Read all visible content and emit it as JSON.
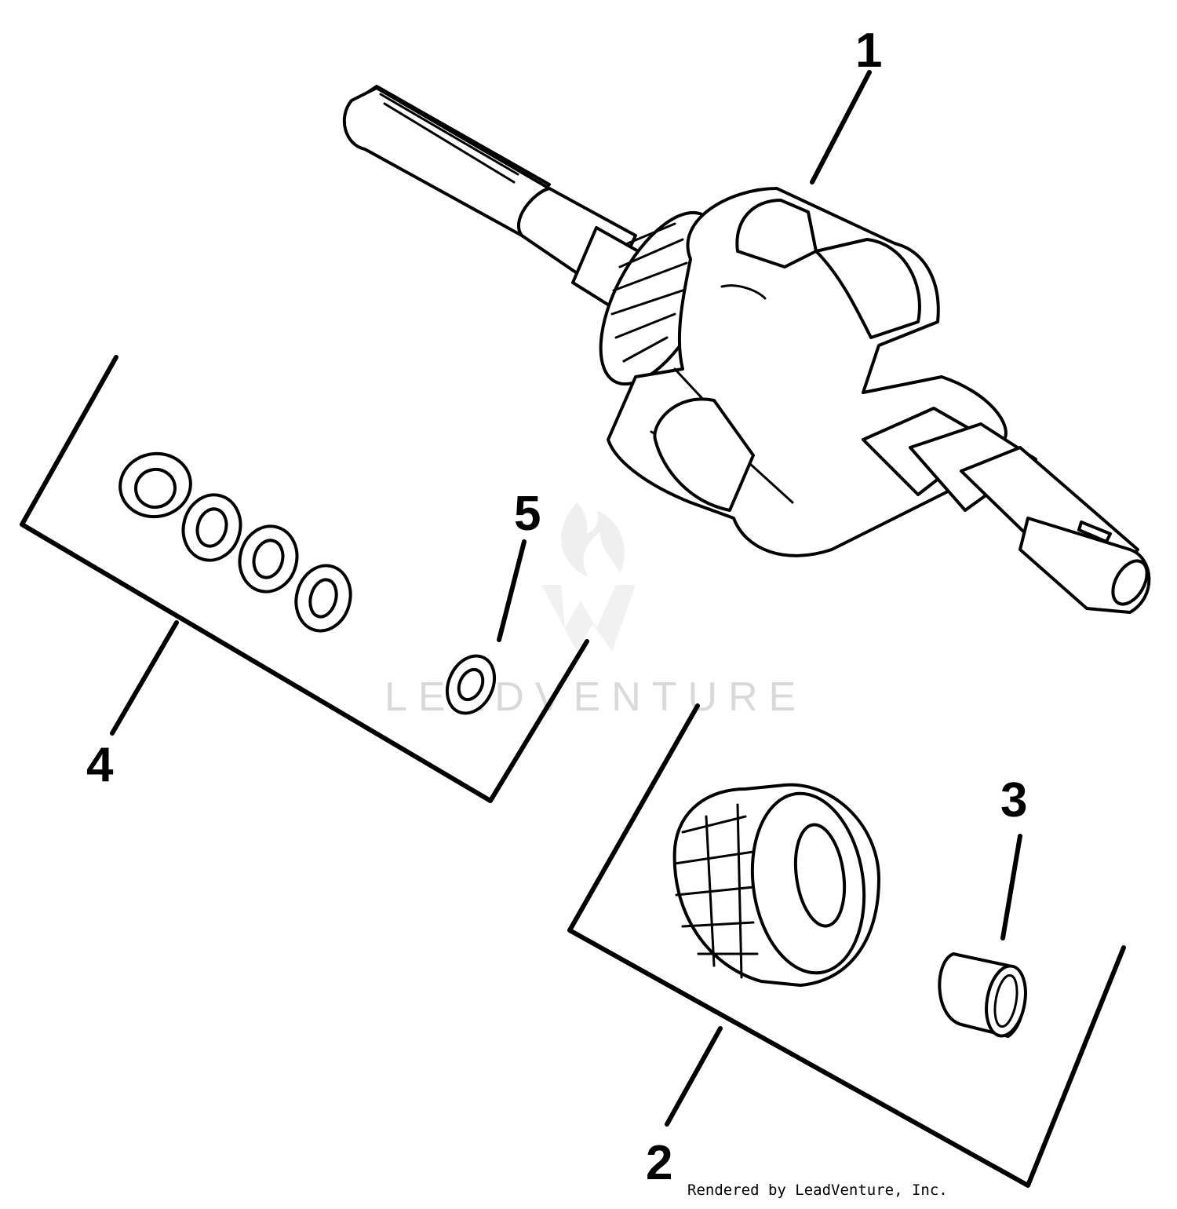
{
  "callouts": [
    {
      "id": "1",
      "label": "1"
    },
    {
      "id": "2",
      "label": "2"
    },
    {
      "id": "3",
      "label": "3"
    },
    {
      "id": "4",
      "label": "4"
    },
    {
      "id": "5",
      "label": "5"
    }
  ],
  "watermark": {
    "text": "LEADVENTURE",
    "logo": "leadventure-flame-logo"
  },
  "credit": "Rendered by LeadVenture, Inc.",
  "colors": {
    "ink": "#000000",
    "paper": "#ffffff",
    "watermark": "#d9d9d9"
  }
}
